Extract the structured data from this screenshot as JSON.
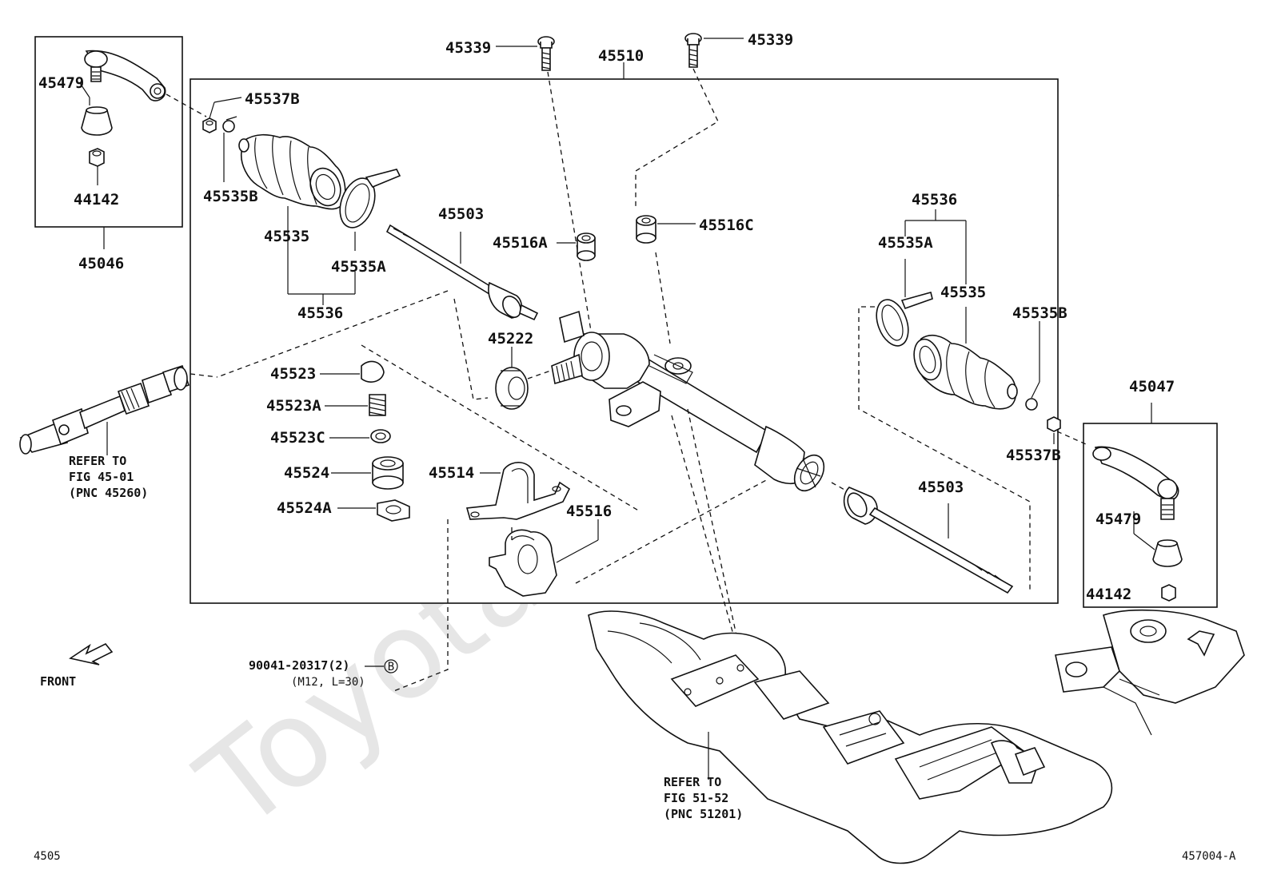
{
  "watermark": "ToyotaCarMine.ru",
  "footer": {
    "left": "4505",
    "right": "457004-A"
  },
  "direction_label": "FRONT",
  "labels": {
    "bolt_left": "45339",
    "bolt_right": "45339",
    "gear_assembly": "45510",
    "clamp_b_left": "45537B",
    "clip_b_left": "45535B",
    "boot_left": "45535",
    "clip_a_left": "45535A",
    "boot_kit_left": "45536",
    "rod_left": "45503",
    "bushing_a": "45516A",
    "bushing_c": "45516C",
    "seal": "45222",
    "guide": "45523",
    "spring": "45523A",
    "washer": "45523C",
    "plug": "45524",
    "locknut": "45524A",
    "bracket": "45514",
    "bracket_bushing": "45516",
    "boot_kit_right": "45536",
    "clip_a_right": "45535A",
    "boot_right": "45535",
    "clip_b_right": "45535B",
    "clamp_b_right": "45537B",
    "rod_right": "45503",
    "tie_rod_end_left": "45046",
    "tie_rod_end_right": "45047",
    "boot_end_left": "45479",
    "nut_end_left": "44142",
    "boot_end_right": "45479",
    "nut_end_right": "44142",
    "bolt_spec": "90041-20317(2)",
    "bolt_spec_size": "(M12, L=30)",
    "bolt_marker": "B"
  },
  "refer_shaft": [
    "REFER TO",
    "FIG 45-01",
    "(PNC 45260)"
  ],
  "refer_frame": [
    "REFER TO",
    "FIG 51-52",
    "(PNC 51201)"
  ]
}
